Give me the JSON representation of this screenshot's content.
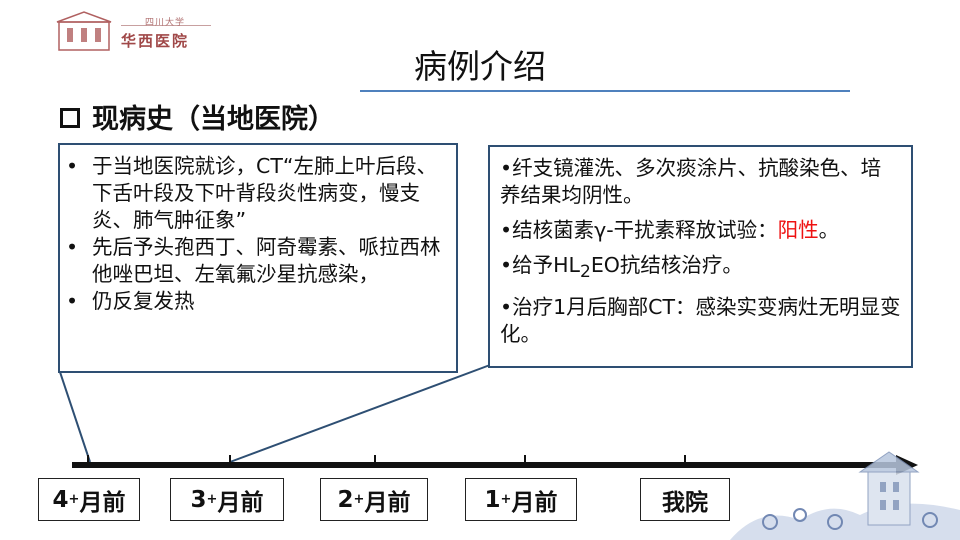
{
  "logo": {
    "subtitle": "四川大学",
    "name": "华西医院"
  },
  "page_title": "病例介绍",
  "section_heading": "现病史（当地医院）",
  "left_box": {
    "items": [
      {
        "bullet": "•",
        "text": "于当地医院就诊，CT“左肺上叶后段、下舌叶段及下叶背段炎性病变，慢支炎、肺气肿征象”"
      },
      {
        "bullet": "•",
        "text": "先后予头孢西丁、阿奇霉素、哌拉西林他唑巴坦、左氧氟沙星抗感染，"
      },
      {
        "bullet": "•",
        "text": "仍反复发热"
      }
    ]
  },
  "right_box": {
    "p1": "•纤支镜灌洗、多次痰涂片、抗酸染色、培养结果均阴性。",
    "p2_prefix": "•结核菌素γ-干扰素释放试验：",
    "p2_highlight": "阳性",
    "p2_suffix": "。",
    "p3_prefix": "•给予HL",
    "p3_sub": "2",
    "p3_suffix": "EO抗结核治疗。",
    "p4": "•治疗1月后胸部CT：感染实变病灶无明显变化。"
  },
  "timeline": {
    "labels": [
      {
        "num": "4",
        "sup": "+",
        "unit": "月前"
      },
      {
        "num": "3",
        "sup": "+",
        "unit": "月前"
      },
      {
        "num": "2",
        "sup": "+",
        "unit": "月前"
      },
      {
        "num": "1",
        "sup": "+",
        "unit": "月前"
      },
      {
        "num": "",
        "sup": "",
        "unit": "我院"
      }
    ]
  },
  "colors": {
    "accent_line": "#4f81bd",
    "box_border": "#2e4f73",
    "highlight": "#ee1111"
  }
}
